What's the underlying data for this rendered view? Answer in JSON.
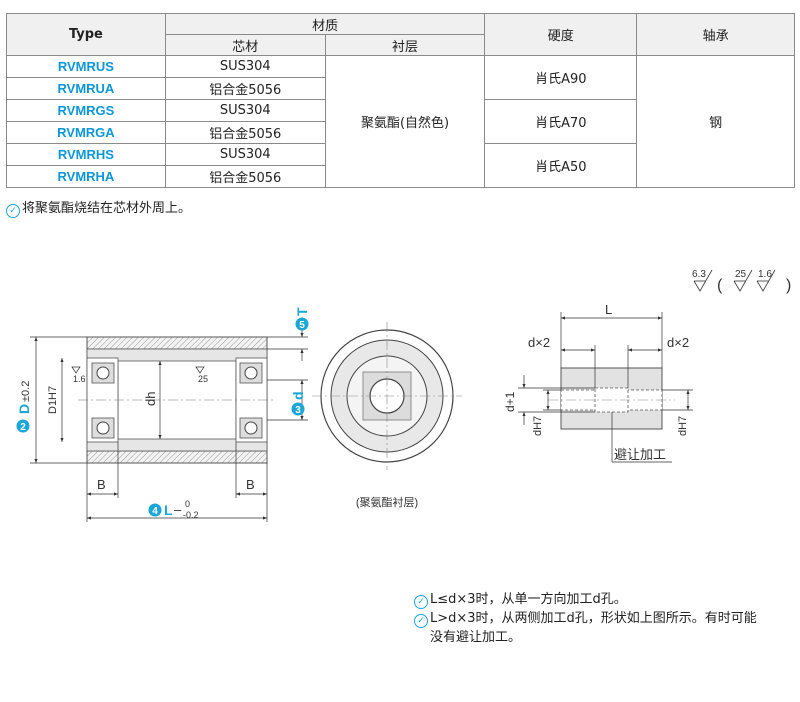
{
  "table": {
    "headers": {
      "type": "Type",
      "material": "材质",
      "core": "芯材",
      "lining": "衬层",
      "hardness": "硬度",
      "bearing": "轴承"
    },
    "rows": [
      {
        "type": "RVMRUS",
        "core": "SUS304"
      },
      {
        "type": "RVMRUA",
        "core": "铝合金5056"
      },
      {
        "type": "RVMRGS",
        "core": "SUS304"
      },
      {
        "type": "RVMRGA",
        "core": "铝合金5056"
      },
      {
        "type": "RVMRHS",
        "core": "SUS304"
      },
      {
        "type": "RVMRHA",
        "core": "铝合金5056"
      }
    ],
    "lining_value": "聚氨酯(自然色)",
    "hardness_values": [
      "肖氏A90",
      "肖氏A70",
      "肖氏A50"
    ],
    "bearing_value": "钢"
  },
  "notes": {
    "table_note": "将聚氨酯烧结在芯材外周上。",
    "bottom_note_1": "L≤d×3时，从单一方向加工d孔。",
    "bottom_note_2a": "L>d×3时，从两侧加工d孔，形状如上图所示。有时可能",
    "bottom_note_2b": "没有避让加工。"
  },
  "drawing": {
    "roughness_main": "6.3",
    "roughness_alt1": "25",
    "roughness_alt2": "1.6",
    "label_T": "T",
    "label_T_num": "5",
    "label_D": "D",
    "label_D_num": "2",
    "label_D_tol": "±0.2",
    "label_D1": "D1H7",
    "label_dh": "dh",
    "label_d": "d",
    "label_d_num": "3",
    "label_B": "B",
    "label_L": "L",
    "label_L_num": "4",
    "label_L_tol_top": "0",
    "label_L_tol_bottom": "-0.2",
    "label_rough_16": "1.6",
    "label_rough_25": "25",
    "caption_lining": "(聚氨酯衬层)",
    "label_d2_left": "d×2",
    "label_d2_right": "d×2",
    "label_d_plus": "d+1",
    "label_dH7_left": "dH7",
    "label_dH7_right": "dH7",
    "label_relief": "避让加工",
    "label_L_right": "L"
  }
}
